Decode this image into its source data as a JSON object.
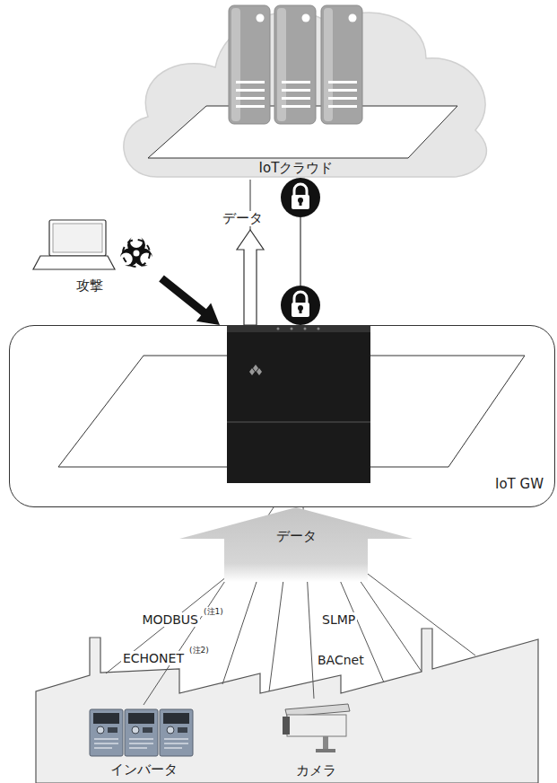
{
  "diagram": {
    "nodes": [
      {
        "text": [
          "IoTクラウド"
        ]
      },
      {
        "text": [
          "攻撃"
        ]
      },
      {
        "text": [
          "IoT GW"
        ]
      },
      {
        "text": [
          "インバータ"
        ]
      },
      {
        "text": [
          "カメラ"
        ]
      }
    ],
    "edges": [
      {
        "from": 1,
        "to": 2,
        "arrow": "to"
      },
      {
        "from": 2,
        "to": 0,
        "arrow": "to",
        "label": "データ"
      },
      {
        "from": 3,
        "to": 2,
        "arrow": "none"
      },
      {
        "from": 4,
        "to": 2,
        "arrow": "none"
      }
    ],
    "labels": [
      "データ",
      "MODBUS",
      "(注1)",
      "SLMP",
      "ECHONET",
      "(注2)",
      "BACnet"
    ]
  }
}
